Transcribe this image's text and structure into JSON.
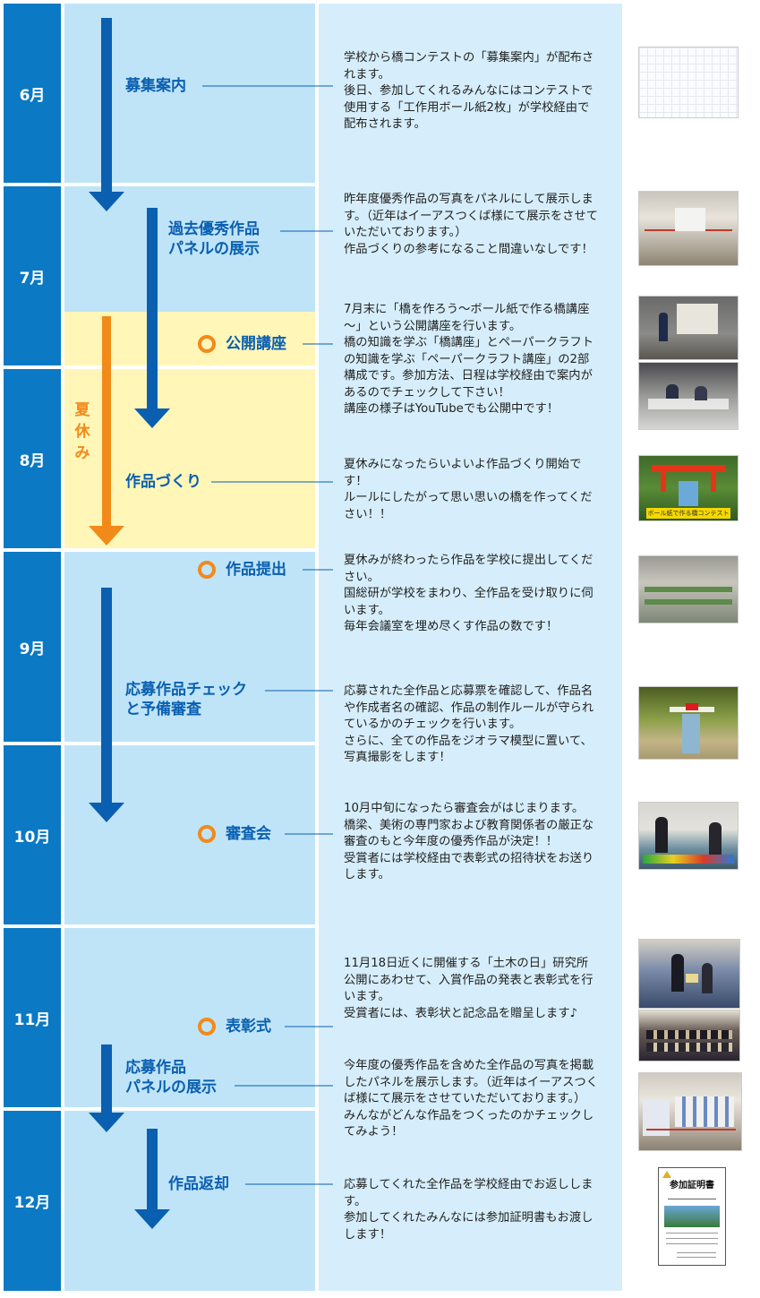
{
  "months": [
    "6月",
    "7月",
    "8月",
    "9月",
    "10月",
    "11月",
    "12月"
  ],
  "summer_label": "夏休み",
  "steps": {
    "recruit": "募集案内",
    "past_panel": "過去優秀作品\nパネルの展示",
    "lecture": "公開講座",
    "making": "作品づくり",
    "submit": "作品提出",
    "check": "応募作品チェック\nと予備審査",
    "judging": "審査会",
    "award": "表彰式",
    "entry_panel": "応募作品\nパネルの展示",
    "return": "作品返却"
  },
  "descriptions": {
    "recruit": "学校から橋コンテストの「募集案内」が配布されます。\n後日、参加してくれるみんなにはコンテストで使用する「工作用ボール紙2枚」が学校経由で配布されます。",
    "past_panel": "昨年度優秀作品の写真をパネルにして展示します。（近年はイーアスつくば様にて展示をさせていただいております。）\n作品づくりの参考になること間違いなしです！",
    "lecture": "7月末に「橋を作ろう～ボール紙で作る橋講座～」という公開講座を行います。\n橋の知識を学ぶ「橋講座」とペーパークラフトの知識を学ぶ「ペーパークラフト講座」の2部構成です。参加方法、日程は学校経由で案内があるのでチェックして下さい！\n講座の様子はYouTubeでも公開中です！",
    "making": "夏休みになったらいよいよ作品づくり開始です！\nルールにしたがって思い思いの橋を作ってください！！",
    "submit": "夏休みが終わったら作品を学校に提出してください。\n国総研が学校をまわり、全作品を受け取りに伺います。\n毎年会議室を埋め尽くす作品の数です！",
    "check": "応募された全作品と応募票を確認して、作品名や作成者名の確認、作品の制作ルールが守られているかのチェックを行います。\nさらに、全ての作品をジオラマ模型に置いて、写真撮影をします！",
    "judging": "10月中旬になったら審査会がはじまります。\n橋梁、美術の専門家および教育関係者の厳正な審査のもと今年度の優秀作品が決定！！\n受賞者には学校経由で表彰式の招待状をお送りします。",
    "award": "11月18日近くに開催する「土木の日」研究所公開にあわせて、入賞作品の発表と表彰式を行います。\n受賞者には、表彰状と記念品を贈呈します♪",
    "entry_panel": "今年度の優秀作品を含めた全作品の写真を掲載したパネルを展示します。（近年はイーアスつくば様にて展示をさせていただいております。）\nみんながどんな作品をつくったのかチェックしてみよう！",
    "return": "応募してくれた全作品を学校経由でお返しします。\n参加してくれたみんなには参加証明書もお渡しします！"
  },
  "certificate": {
    "title": "参加証明書"
  },
  "photo_banner": "ボール紙で作る橋コンテスト",
  "colors": {
    "month_blue": "#0b79c4",
    "band_blue": "#bfe4f8",
    "band_yellow": "#fff6b8",
    "desc_panel": "#d6eefb",
    "arrow_blue": "#0a5fb0",
    "arrow_orange": "#f28a1a",
    "label_blue": "#0a5fb0"
  }
}
